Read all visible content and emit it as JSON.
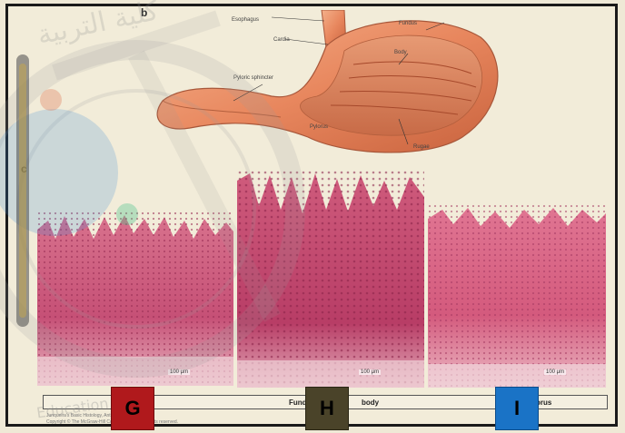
{
  "panel_b": {
    "letter": "b",
    "labels": {
      "esophagus": "Esophagus",
      "cardia": "Cardia",
      "fundus": "Fundus",
      "body": "Body",
      "pyloric_sphincter": "Pyloric sphincter",
      "pylorus": "Pylorus",
      "rugae": "Rugae"
    }
  },
  "panel_c": {
    "letter": "c",
    "scale_bars": [
      "100 μm",
      "100 μm",
      "100 μm"
    ],
    "regions": [
      "Fundus and body"
    ],
    "captions": [
      "Fundus",
      "body",
      "Pylorus"
    ]
  },
  "source_note": "Junqueira's Basic Histology, Anthony L. Mescher\nCopyright © The McGraw-Hill Companies, Inc. All rights reserved.",
  "badges": [
    {
      "letter": "G",
      "color": "#b0191c"
    },
    {
      "letter": "H",
      "color": "#4a4329"
    },
    {
      "letter": "I",
      "color": "#1a73c6"
    }
  ],
  "watermark": {
    "arabic_text": "كلية التربية",
    "english_text": "Education",
    "logo": "faculty-seal"
  }
}
